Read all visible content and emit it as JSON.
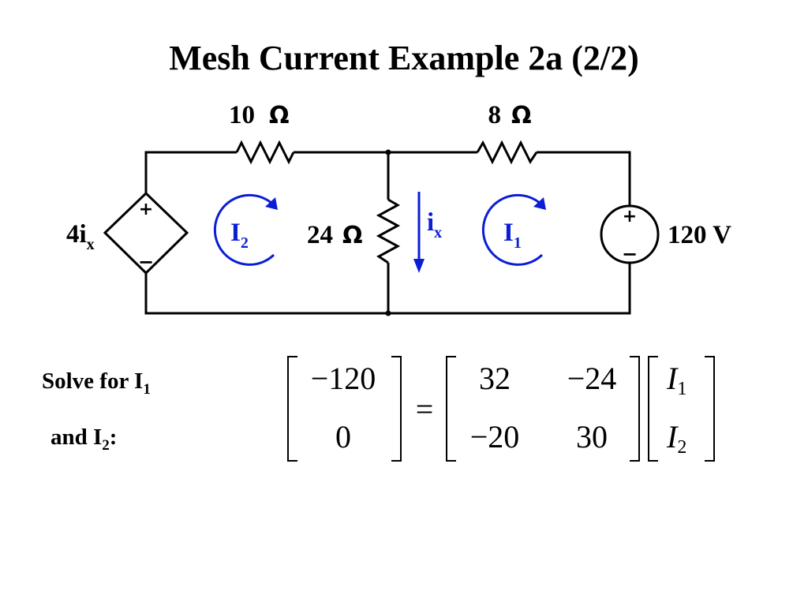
{
  "title": "Mesh Current Example 2a (2/2)",
  "circuit": {
    "r_top_left": {
      "value": "10",
      "unit": "Ω"
    },
    "r_top_right": {
      "value": "8",
      "unit": "Ω"
    },
    "r_middle": {
      "value": "24",
      "unit": "Ω"
    },
    "dependent_source": {
      "coef": "4i",
      "sub": "x",
      "plus": "+",
      "minus": "−"
    },
    "voltage_source": {
      "label": "120 V",
      "plus": "+",
      "minus": "−"
    },
    "mesh_left": {
      "letter": "I",
      "sub": "2"
    },
    "mesh_right": {
      "letter": "I",
      "sub": "1"
    },
    "branch_current": {
      "letter": "i",
      "sub": "x"
    },
    "colors": {
      "mesh": "#0b1ed6",
      "wire": "#000000"
    }
  },
  "solve": {
    "line1": "Solve for I",
    "line1_sub": "1",
    "line2": "and I",
    "line2_sub": "2",
    "line2_suffix": ":"
  },
  "equation": {
    "lhs": [
      "−120",
      "0"
    ],
    "equals": "=",
    "coef": [
      [
        "32",
        "−24"
      ],
      [
        "−20",
        "30"
      ]
    ],
    "unknowns": [
      {
        "letter": "I",
        "sub": "1"
      },
      {
        "letter": "I",
        "sub": "2"
      }
    ]
  }
}
